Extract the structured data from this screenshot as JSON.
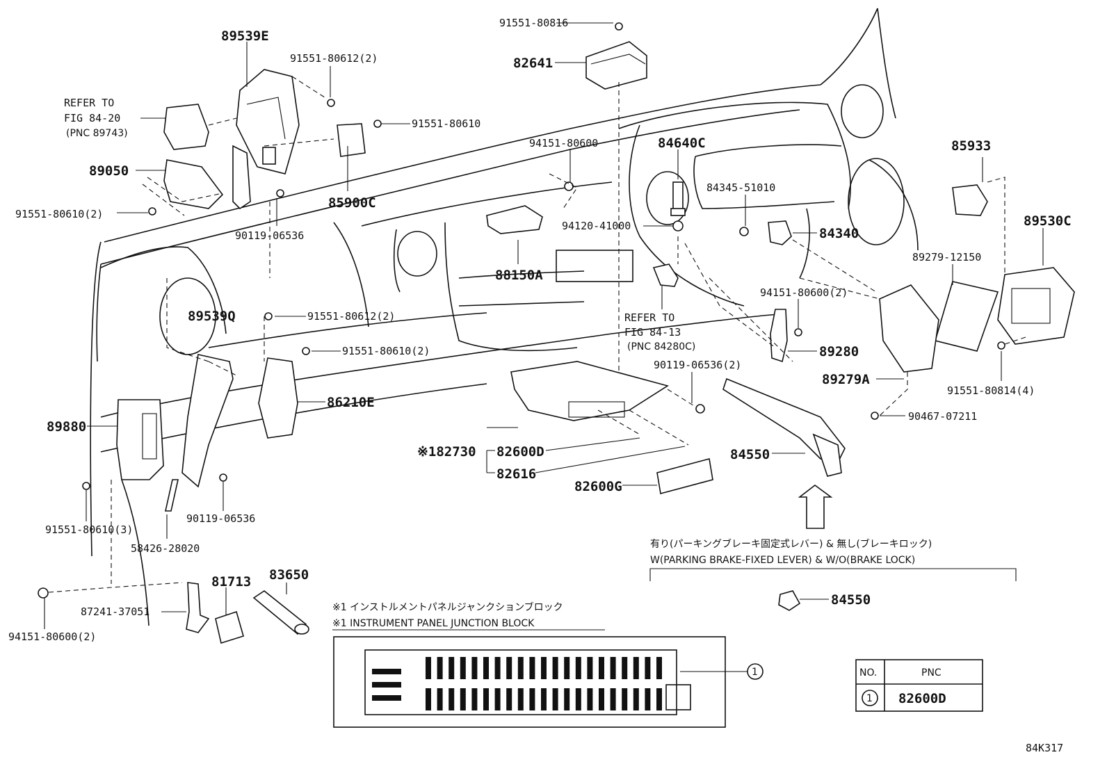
{
  "diagram_id": "84K317",
  "refs": {
    "fig_84_20": {
      "line1": "REFER TO",
      "line2": "FIG 84-20",
      "line3": "(PNC 89743)"
    },
    "fig_84_13": {
      "line1": "REFER TO",
      "line2": "FIG 84-13",
      "line3": "(PNC 84280C)"
    }
  },
  "parts": {
    "p89539E": "89539E",
    "p91551_80612_2_top": "91551-80612(2)",
    "p91551_80816": "91551-80816",
    "p82641": "82641",
    "p91551_80610_top": "91551-80610",
    "p89050": "89050",
    "p91551_80610_2_left": "91551-80610(2)",
    "p85900C": "85900C",
    "p90119_06536_top": "90119-06536",
    "p94151_80600_mid": "94151-80600",
    "p84640C": "84640C",
    "p85933": "85933",
    "p84345_51010": "84345-51010",
    "p94120_41000": "94120-41000",
    "p84340": "84340",
    "p89530C": "89530C",
    "p88150A": "88150A",
    "p89279_12150": "89279-12150",
    "p94151_80600_2_right": "94151-80600(2)",
    "p89539Q": "89539Q",
    "p91551_80612_2_mid": "91551-80612(2)",
    "p89280": "89280",
    "p91551_80610_2_mid": "91551-80610(2)",
    "p90119_06536_2": "90119-06536(2)",
    "p89279A": "89279A",
    "p91551_80814_4": "91551-80814(4)",
    "p86210E": "86210E",
    "p89880": "89880",
    "p90467_07211": "90467-07211",
    "p82730": "※182730",
    "p82600D": "82600D",
    "p84550_a": "84550",
    "p82616": "82616",
    "p82600G": "82600G",
    "p91551_80610_3": "91551-80610(3)",
    "p90119_06536_bot": "90119-06536",
    "p58426_28020": "58426-28020",
    "p81713": "81713",
    "p83650": "83650",
    "p87241_37051": "87241-37051",
    "p94151_80600_2_bot": "94151-80600(2)",
    "p84550_b": "84550"
  },
  "notes": {
    "brake_jp": "有り(パーキングブレーキ固定式レバー) & 無し(ブレーキロック)",
    "brake_en": "W(PARKING BRAKE-FIXED LEVER) & W/O(BRAKE LOCK)",
    "jb_jp": "※1 インストルメントパネルジャンクションブロック",
    "jb_en": "※1 INSTRUMENT PANEL JUNCTION BLOCK"
  },
  "legend": {
    "headers": [
      "NO.",
      "PNC"
    ],
    "rows": [
      {
        "no": "1",
        "pnc": "82600D"
      }
    ]
  },
  "callout_number": "1"
}
